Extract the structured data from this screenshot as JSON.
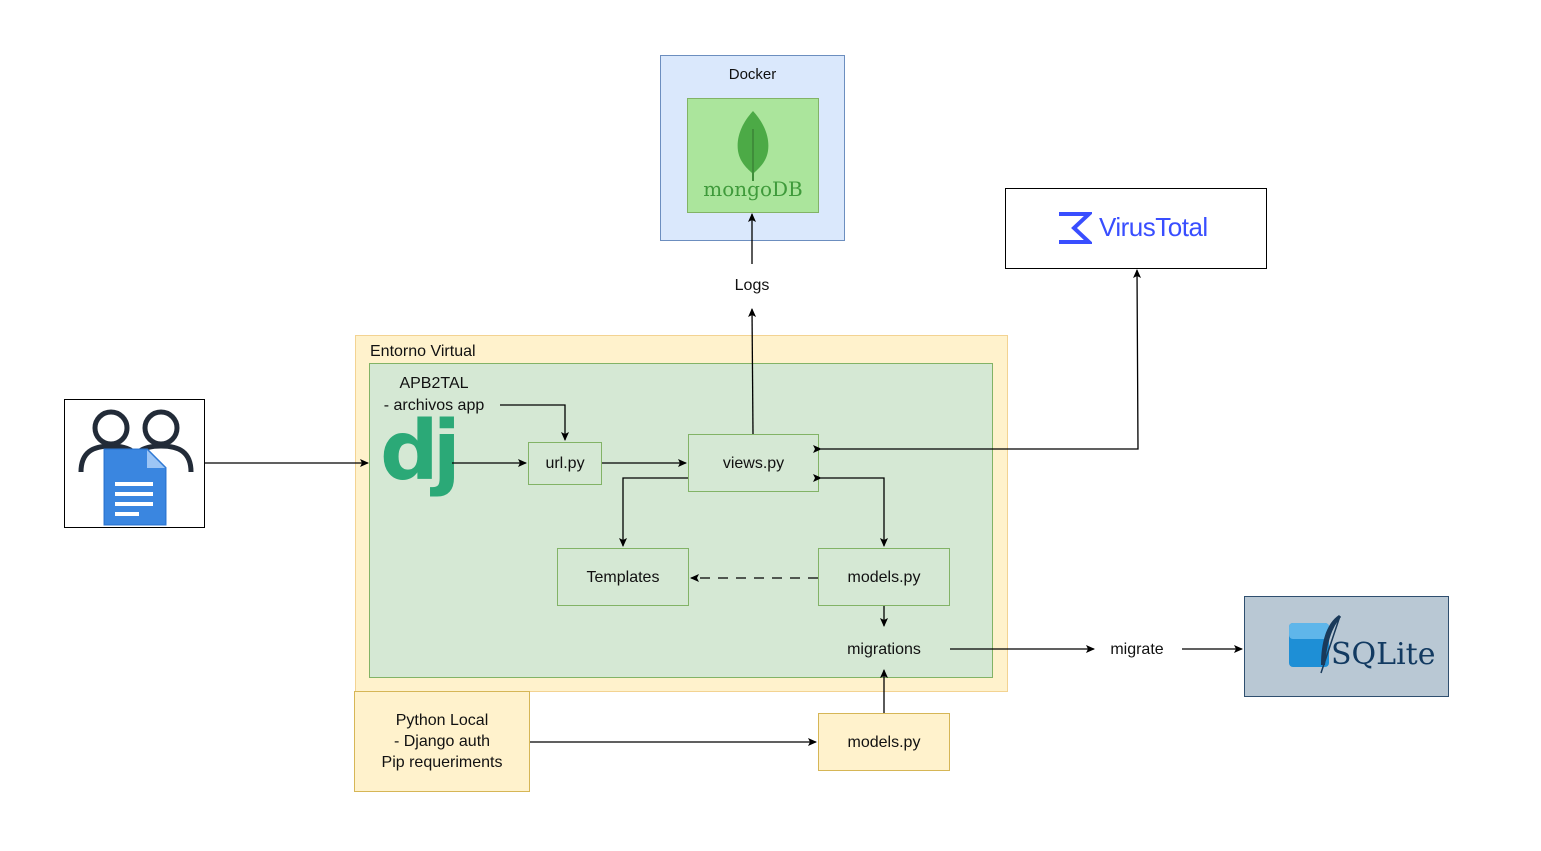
{
  "docker": {
    "label": "Docker",
    "mongo_text": "mongoDB"
  },
  "logs": "Logs",
  "virustotal": "VirusTotal",
  "venv": {
    "label": "Entorno Virtual"
  },
  "app": {
    "name": "APB2TAL",
    "files": "- archivos app",
    "django_logo": "dj"
  },
  "nodes": {
    "url": "url.py",
    "views": "views.py",
    "templates": "Templates",
    "models": "models.py",
    "migrations": "migrations",
    "migrate": "migrate",
    "models_local": "models.py"
  },
  "python_local": {
    "line1": "Python Local",
    "line2": "- Django auth",
    "line3": "Pip requeriments"
  },
  "sqlite": {
    "text": "SQLite"
  },
  "icons": {
    "users": "users-icon",
    "document": "document-icon",
    "leaf": "mongodb-leaf-icon",
    "virustotal": "virustotal-sigma-icon",
    "feather": "sqlite-feather-icon"
  },
  "colors": {
    "docker_fill": "#dae8fc",
    "docker_stroke": "#6c8ebf",
    "mongo_fill": "#abe59c",
    "mongo_stroke": "#82b366",
    "venv_fill": "#fff2cc",
    "venv_stroke": "#f3d392",
    "app_fill": "#d5e8d4",
    "app_stroke": "#82b366",
    "virustotal_blue": "#394eff",
    "django_green": "#2ba977",
    "sqlite_fill": "#b9c8d4",
    "sqlite_stroke": "#2f4f6f"
  }
}
